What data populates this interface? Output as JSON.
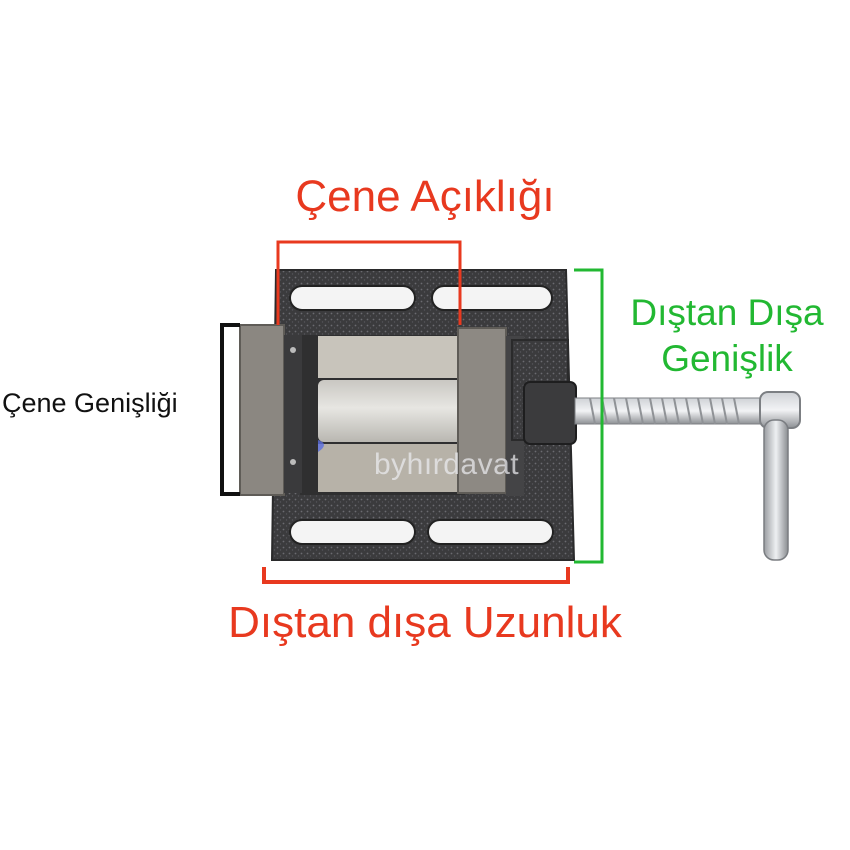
{
  "labels": {
    "jaw_opening": "Çene Açıklığı",
    "outer_width_line1": "Dıştan Dışa",
    "outer_width_line2": "Genişlik",
    "jaw_width": "Çene Genişliği",
    "outer_length": "Dıştan dışa Uzunluk"
  },
  "watermark": "byhırdavat",
  "colors": {
    "dimension_red": "#e8391f",
    "dimension_green": "#22b832",
    "dimension_black": "#111111",
    "vise_body": "#3d3d3f",
    "jaw_steel": "#8a8680"
  }
}
